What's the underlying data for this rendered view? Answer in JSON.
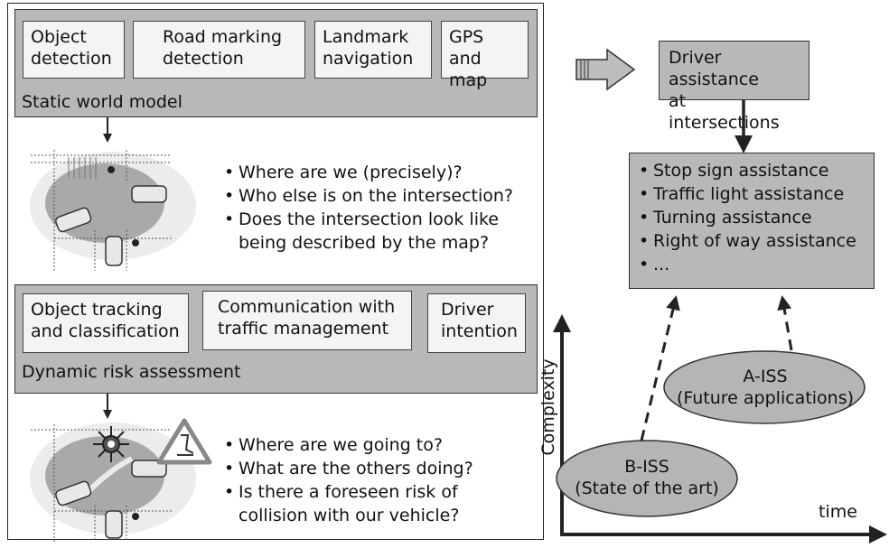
{
  "left_panel": {
    "static_model": {
      "title": "Static world model",
      "boxes": [
        "Object\ndetection",
        "Road marking\ndetection",
        "Landmark\nnavigation",
        "GPS\nand map"
      ]
    },
    "static_questions": [
      "Where are we (precisely)?",
      "Who else is on the intersection?",
      "Does the intersection look like\nbeing described by the map?"
    ],
    "dynamic_model": {
      "title": "Dynamic risk assessment",
      "boxes": [
        "Object tracking\nand classification",
        "Communication with\ntraffic management",
        "Driver\nintention"
      ]
    },
    "dynamic_questions": [
      "Where are we going to?",
      "What are the others doing?",
      "Is there a foreseen risk of\ncollision with our vehicle?"
    ]
  },
  "right_panel": {
    "top_box": "Driver assistance\nat intersections",
    "assistance_list": [
      "Stop sign assistance",
      "Traffic light assistance",
      "Turning assistance",
      "Right of way assistance",
      "..."
    ],
    "ellipses": {
      "a_iss": "A-ISS\n(Future applications)",
      "b_iss": "B-ISS\n(State of the art)"
    },
    "axis": {
      "y_label": "Complexity",
      "x_label": "time"
    }
  },
  "colors": {
    "box_gray": "#b8b8b8",
    "inner_box": "#f4f4f4",
    "ellipse": "#b5b5b5",
    "light_gray": "#e6e6e6",
    "dark": "#222222"
  }
}
